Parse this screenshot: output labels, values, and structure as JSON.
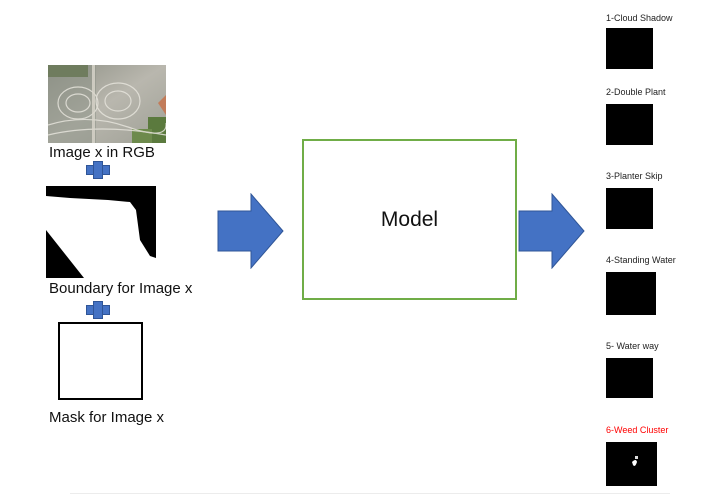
{
  "inputs": {
    "rgb_label": "Image x in RGB",
    "boundary_label": "Boundary for Image x",
    "mask_label": "Mask for Image x"
  },
  "model": {
    "label": "Model"
  },
  "outputs": [
    {
      "label": "1-Cloud Shadow",
      "color": "#222222"
    },
    {
      "label": "2-Double Plant",
      "color": "#222222"
    },
    {
      "label": "3-Planter Skip",
      "color": "#222222"
    },
    {
      "label": "4-Standing Water",
      "color": "#222222"
    },
    {
      "label": "5- Water way",
      "color": "#222222"
    },
    {
      "label": "6-Weed Cluster",
      "color": "#ff0000"
    }
  ],
  "colors": {
    "arrow_fill": "#4472c4",
    "model_border": "#70ad47",
    "highlight_label": "#ff0000"
  }
}
